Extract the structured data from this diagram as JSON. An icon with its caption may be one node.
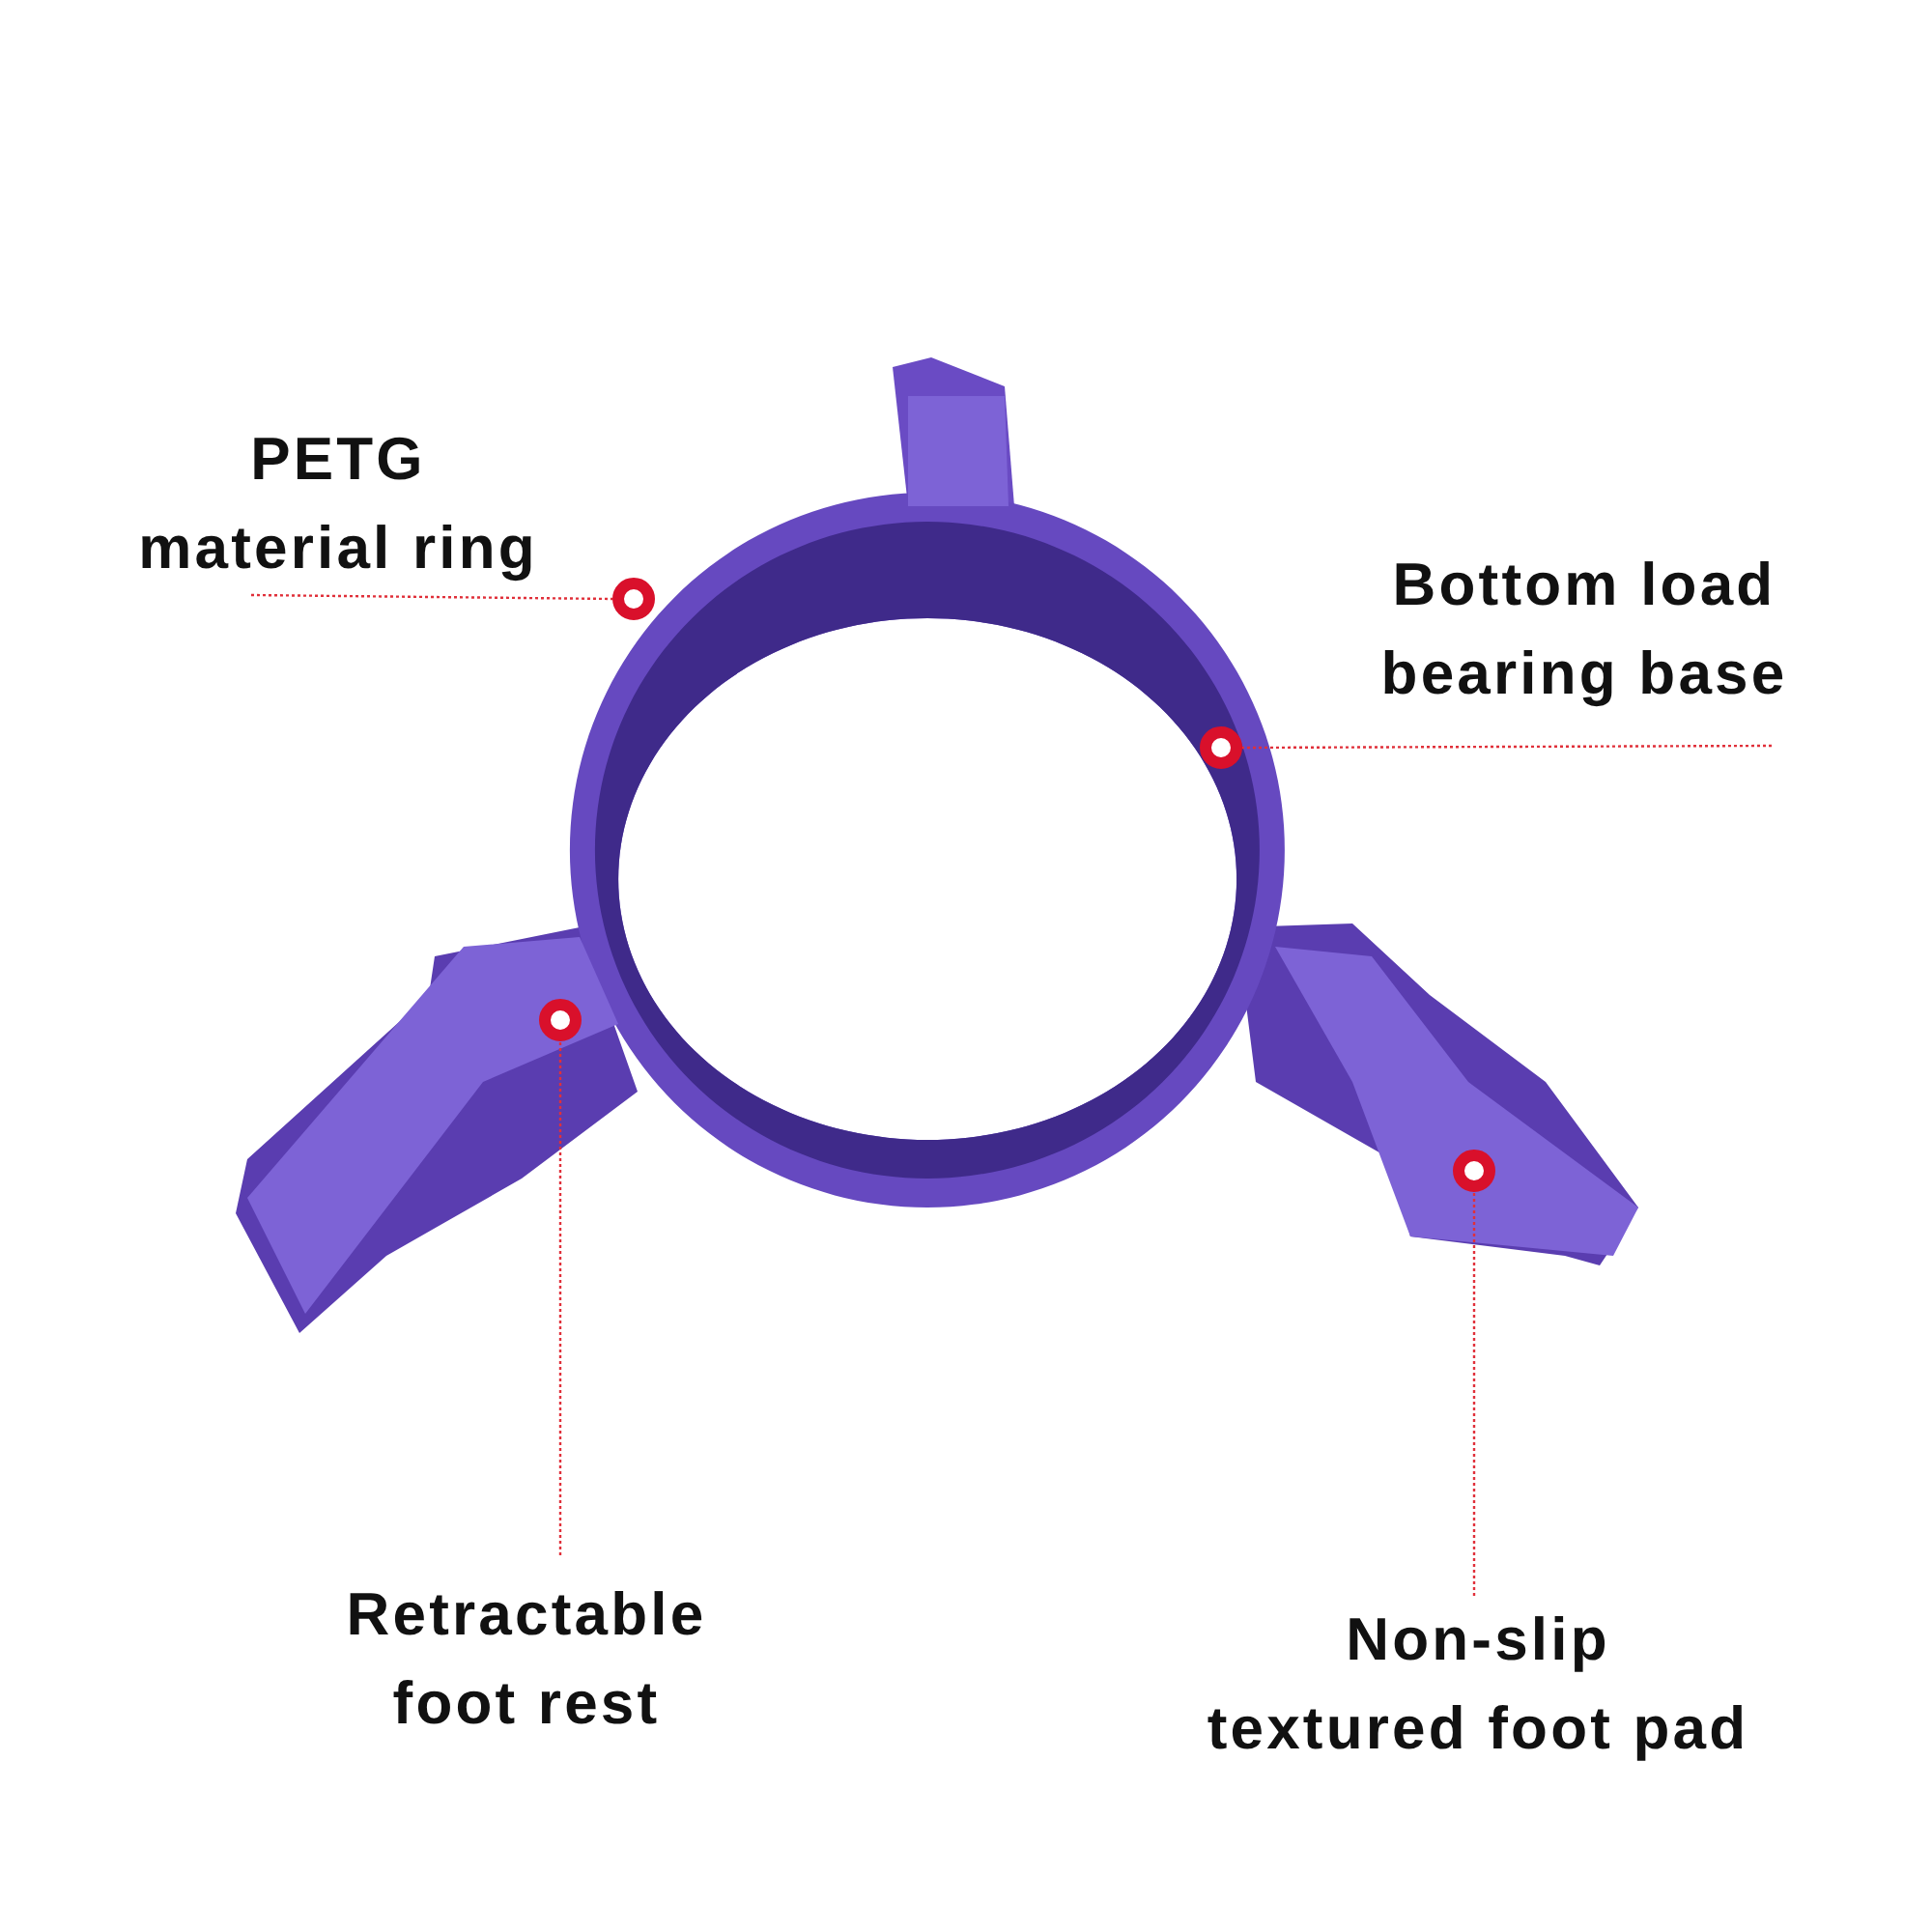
{
  "diagram": {
    "nodes": [
      {
        "text": [
          "PETG material ring"
        ]
      },
      {
        "text": [
          "Bottom load bearing base"
        ]
      },
      {
        "text": [
          "Retractable foot rest"
        ]
      },
      {
        "text": [
          "Non-slip textured foot pad"
        ]
      },
      {
        "text": [],
        "shape": "circle"
      },
      {
        "text": [],
        "shape": "circle"
      },
      {
        "text": [],
        "shape": "circle"
      },
      {
        "text": [],
        "shape": "circle"
      }
    ],
    "edges": [
      {
        "from": 0,
        "to": 4,
        "arrow": "none",
        "style": "dashed"
      },
      {
        "from": 1,
        "to": 5,
        "arrow": "none",
        "style": "dashed"
      },
      {
        "from": 2,
        "to": 6,
        "arrow": "none",
        "style": "dashed"
      },
      {
        "from": 3,
        "to": 7,
        "arrow": "none",
        "style": "dashed"
      }
    ]
  }
}
